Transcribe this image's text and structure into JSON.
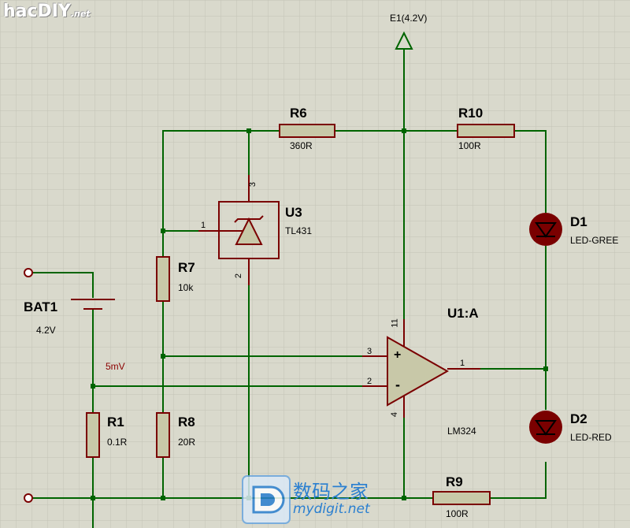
{
  "watermark_top": {
    "text": "hacDIY",
    "suffix": ".net"
  },
  "watermark_bottom": {
    "chinese": "数码之家",
    "url": "mydigit.net"
  },
  "supply": {
    "label": "E1(4.2V)"
  },
  "battery": {
    "name": "BAT1",
    "value": "4.2V"
  },
  "probe": {
    "label": "5mV"
  },
  "resistors": [
    {
      "name": "R1",
      "value": "0.1R"
    },
    {
      "name": "R6",
      "value": "360R"
    },
    {
      "name": "R7",
      "value": "10k"
    },
    {
      "name": "R8",
      "value": "20R"
    },
    {
      "name": "R9",
      "value": "100R"
    },
    {
      "name": "R10",
      "value": "100R"
    }
  ],
  "u3": {
    "name": "U3",
    "part": "TL431",
    "pins": [
      "1",
      "2",
      "3"
    ]
  },
  "u1": {
    "name": "U1:A",
    "part": "LM324",
    "pins": [
      "1",
      "2",
      "3",
      "4",
      "11"
    ],
    "plus": "+",
    "minus": "-"
  },
  "d1": {
    "name": "D1",
    "part": "LED-GREE"
  },
  "d2": {
    "name": "D2",
    "part": "LED-RED"
  }
}
